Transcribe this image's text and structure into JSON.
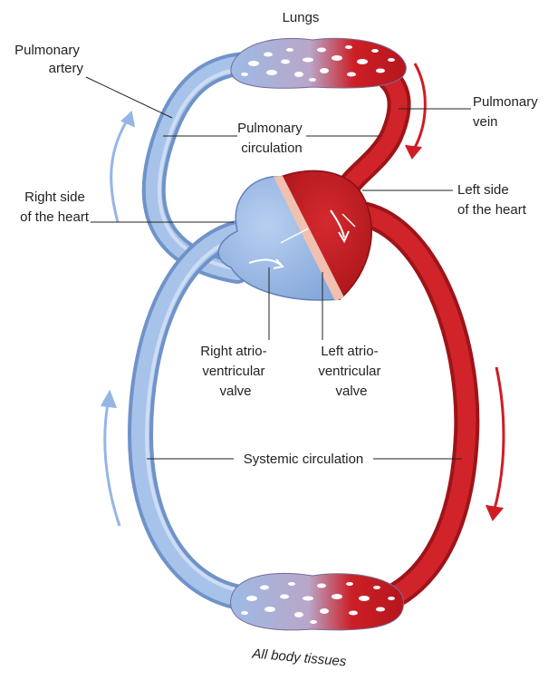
{
  "diagram": {
    "labels": {
      "lungs": "Lungs",
      "pulmonary_artery": [
        "Pulmonary",
        "artery"
      ],
      "pulmonary_circulation": [
        "Pulmonary",
        "circulation"
      ],
      "pulmonary_vein": [
        "Pulmonary",
        "vein"
      ],
      "right_side_heart": [
        "Right side",
        "of the heart"
      ],
      "left_side_heart": [
        "Left side",
        "of the heart"
      ],
      "right_av_valve": [
        "Right atrio-",
        "ventricular",
        "valve"
      ],
      "left_av_valve": [
        "Left atrio-",
        "ventricular",
        "valve"
      ],
      "systemic_circulation": "Systemic circulation",
      "all_body_tissues": "All body tissues"
    },
    "colors": {
      "deoxygenated": "#9dbbe6",
      "deoxygenated_dark": "#6f93c9",
      "oxygenated": "#cc1f26",
      "oxygenated_dark": "#9e1418",
      "arrow_blue": "#93b6e4",
      "arrow_red": "#d01c24",
      "septum": "#f0c0b0"
    },
    "icons": [
      "flow-arrow-up-icon",
      "flow-arrow-down-icon"
    ]
  }
}
